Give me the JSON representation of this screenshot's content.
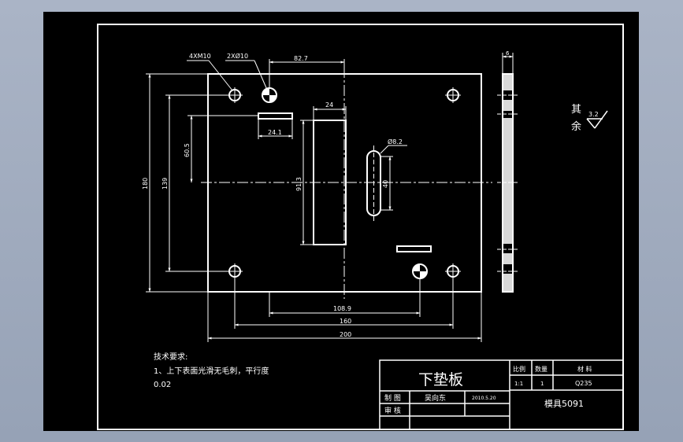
{
  "drawing": {
    "dimensions": {
      "holes_4": "4XM10",
      "holes_2": "2XØ10",
      "dim_82_7": "82.7",
      "dim_24": "24",
      "dim_24_1": "24.1",
      "dim_60_5": "60.5",
      "dim_139": "139",
      "dim_180": "180",
      "dim_91_3": "91.3",
      "dim_40": "40",
      "dim_8_2": "Ø8.2",
      "dim_108_9": "108.9",
      "dim_160": "160",
      "dim_200": "200",
      "dim_6": "6"
    },
    "surface": {
      "label": "其余",
      "value": "3.2"
    },
    "notes": {
      "heading": "技术要求:",
      "line1": "1、上下表面光滑无毛刺，平行度",
      "line2": "0.02"
    },
    "title_block": {
      "part_name": "下垫板",
      "col_scale": "比例",
      "col_qty": "数量",
      "col_material": "材 料",
      "scale": "1:1",
      "qty": "1",
      "material": "Q235",
      "drawn_label": "制 图",
      "drawn_by": "吴向东",
      "date": "2010.5.20",
      "check_label": "审 核",
      "drawing_no": "模具5091"
    }
  }
}
